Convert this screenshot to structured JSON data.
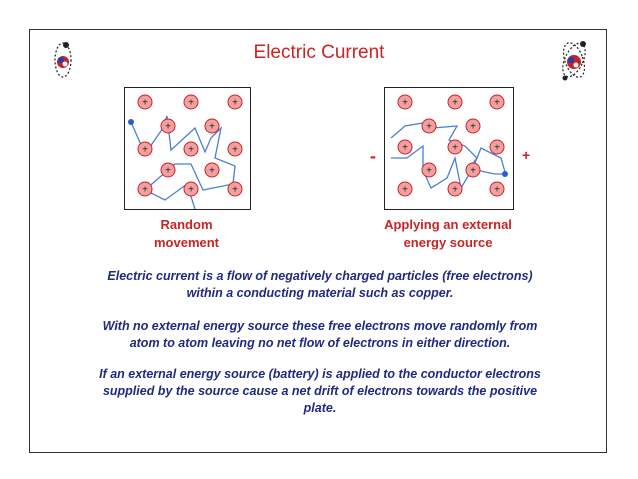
{
  "slide": {
    "title": "Electric Current",
    "left_panel": {
      "caption_line1": "Random",
      "caption_line2": "movement"
    },
    "right_panel": {
      "caption_line1": "Applying an external",
      "caption_line2": "energy source",
      "negative_sign": "-",
      "positive_sign": "+"
    },
    "paragraphs": [
      {
        "line1": "Electric current is a flow of negatively charged particles (free electrons)",
        "line2": "within a conducting material such as copper.",
        "line3": ""
      },
      {
        "line1": "With no external energy source these free electrons move randomly from",
        "line2": "atom to atom leaving no net flow of electrons in either direction.",
        "line3": ""
      },
      {
        "line1": "If an external energy source (battery) is applied to the conductor electrons",
        "line2": "supplied by the source cause a net drift of electrons towards the positive",
        "line3": "plate."
      }
    ],
    "ion_symbol": "+",
    "colors": {
      "title": "#cc2222",
      "body_text": "#1f2a80",
      "ion_fill": "#f2a0a0",
      "ion_stroke": "#cc2222",
      "electron_path": "#4a7fd6"
    },
    "icons": [
      "atom-icon-left",
      "atom-icon-right"
    ]
  }
}
